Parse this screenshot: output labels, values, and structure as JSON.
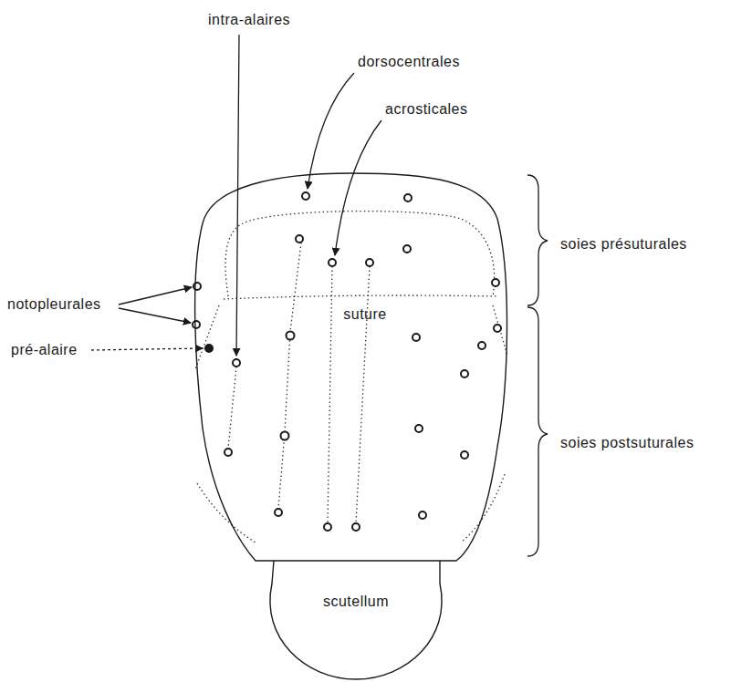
{
  "diagram": {
    "nodes": [
      {
        "text": [
          "suture"
        ]
      },
      {
        "text": [
          "scutellum"
        ]
      }
    ],
    "edges": [],
    "labels": [
      "intra-alaires",
      "dorsocentrales",
      "acrosticales",
      "soies présuturales",
      "notopleurales",
      "pré-alaire",
      "soies postsuturales"
    ]
  }
}
